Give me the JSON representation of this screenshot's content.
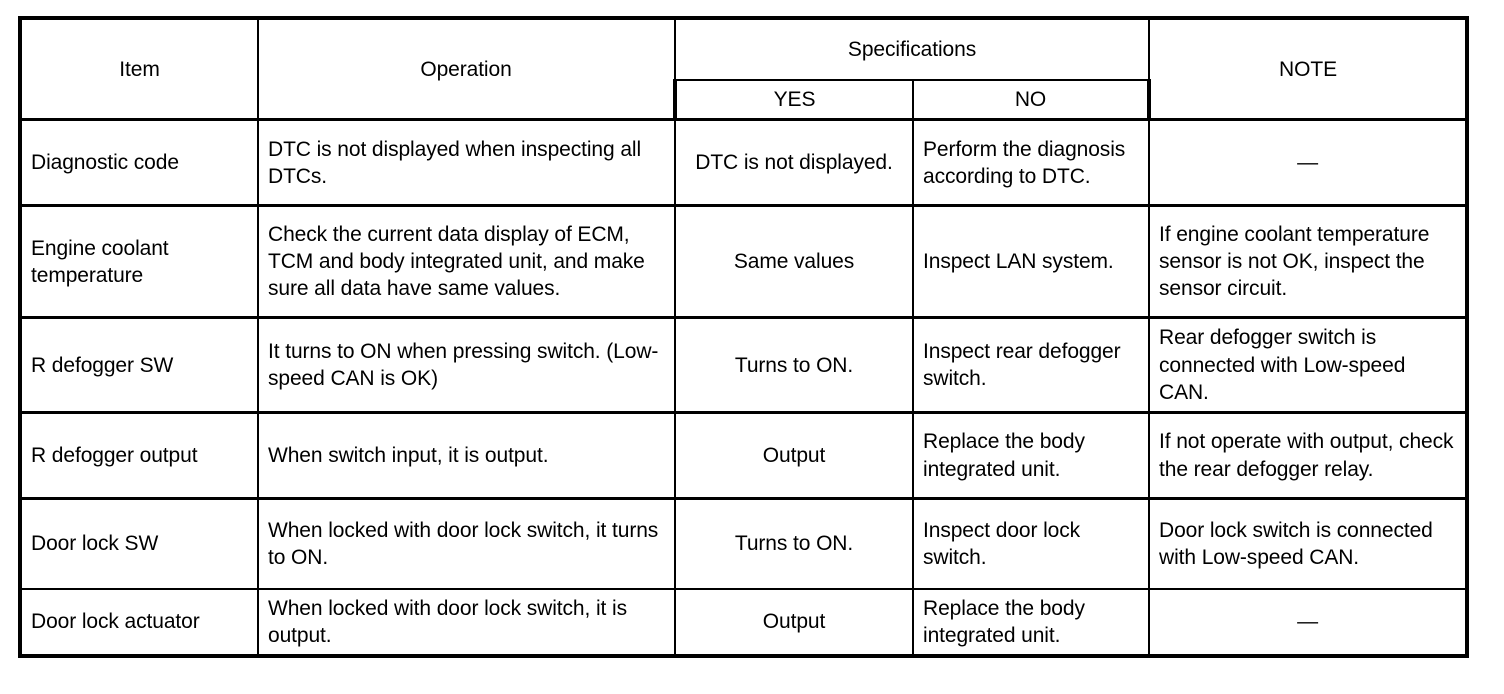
{
  "table": {
    "headers": {
      "item": "Item",
      "operation": "Operation",
      "specifications": "Specifications",
      "yes": "YES",
      "no": "NO",
      "note": "NOTE"
    },
    "rows": [
      {
        "item": "Diagnostic code",
        "operation": "DTC is not displayed when inspecting all DTCs.",
        "yes": "DTC is not displayed.",
        "no": "Perform the diagnosis according to DTC.",
        "note": "—"
      },
      {
        "item": "Engine coolant temperature",
        "operation": "Check the current data display of ECM, TCM and body integrated unit, and make sure all data have same values.",
        "yes": "Same values",
        "no": "Inspect LAN system.",
        "note": "If engine coolant temperature sensor is not OK, inspect the sensor circuit."
      },
      {
        "item": "R defogger SW",
        "operation": "It turns to ON when pressing switch. (Low-speed CAN is OK)",
        "yes": "Turns to ON.",
        "no": "Inspect rear defogger switch.",
        "note": "Rear defogger switch is connected with Low-speed CAN."
      },
      {
        "item": "R defogger output",
        "operation": "When switch input, it is output.",
        "yes": "Output",
        "no": "Replace the body integrated unit.",
        "note": "If not operate with output, check the rear defogger relay."
      },
      {
        "item": "Door lock SW",
        "operation": "When locked with door lock switch, it turns to ON.",
        "yes": "Turns to ON.",
        "no": "Inspect door lock switch.",
        "note": "Door lock switch is connected with Low-speed CAN."
      },
      {
        "item": "Door lock actuator",
        "operation": "When locked with door lock switch, it is output.",
        "yes": "Output",
        "no": "Replace the body integrated unit.",
        "note": "—"
      }
    ]
  }
}
